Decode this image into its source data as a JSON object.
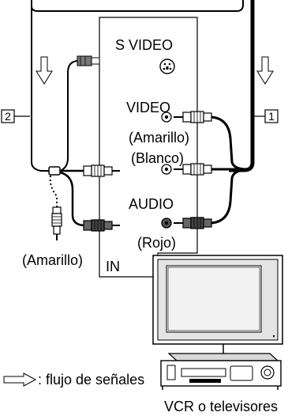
{
  "diagram": {
    "labels": {
      "s_video": "S VIDEO",
      "video": "VIDEO",
      "amarillo_right": "(Amarillo)",
      "blanco": "(Blanco)",
      "audio": "AUDIO",
      "rojo": "(Rojo)",
      "amarillo_left": "(Amarillo)",
      "in": "IN"
    },
    "callouts": {
      "cable_1": "1",
      "cable_2": "2"
    },
    "legend": {
      "signal_flow": ": flujo de señales"
    },
    "caption": "VCR o televisores"
  }
}
